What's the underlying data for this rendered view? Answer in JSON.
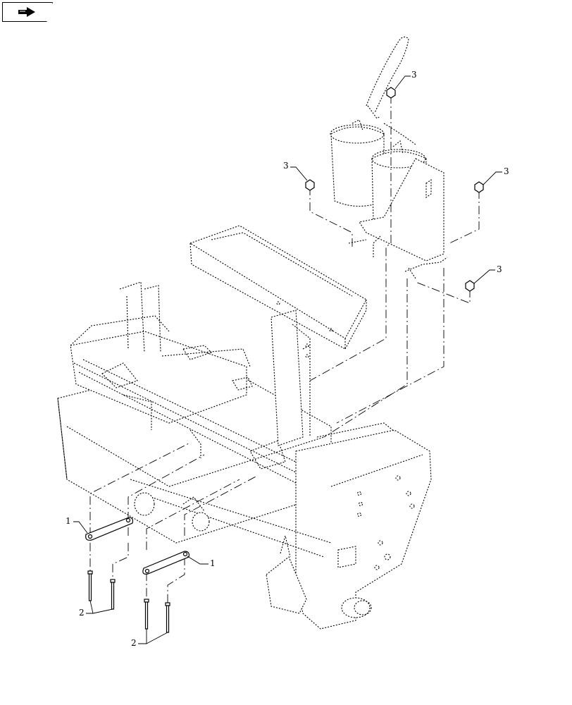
{
  "callouts": {
    "c1a": "1",
    "c1b": "1",
    "c2a": "2",
    "c2b": "2",
    "c3a": "3",
    "c3b": "3",
    "c3c": "3",
    "c3d": "3"
  },
  "icons": {
    "nav": "hand-pointer-icon"
  }
}
